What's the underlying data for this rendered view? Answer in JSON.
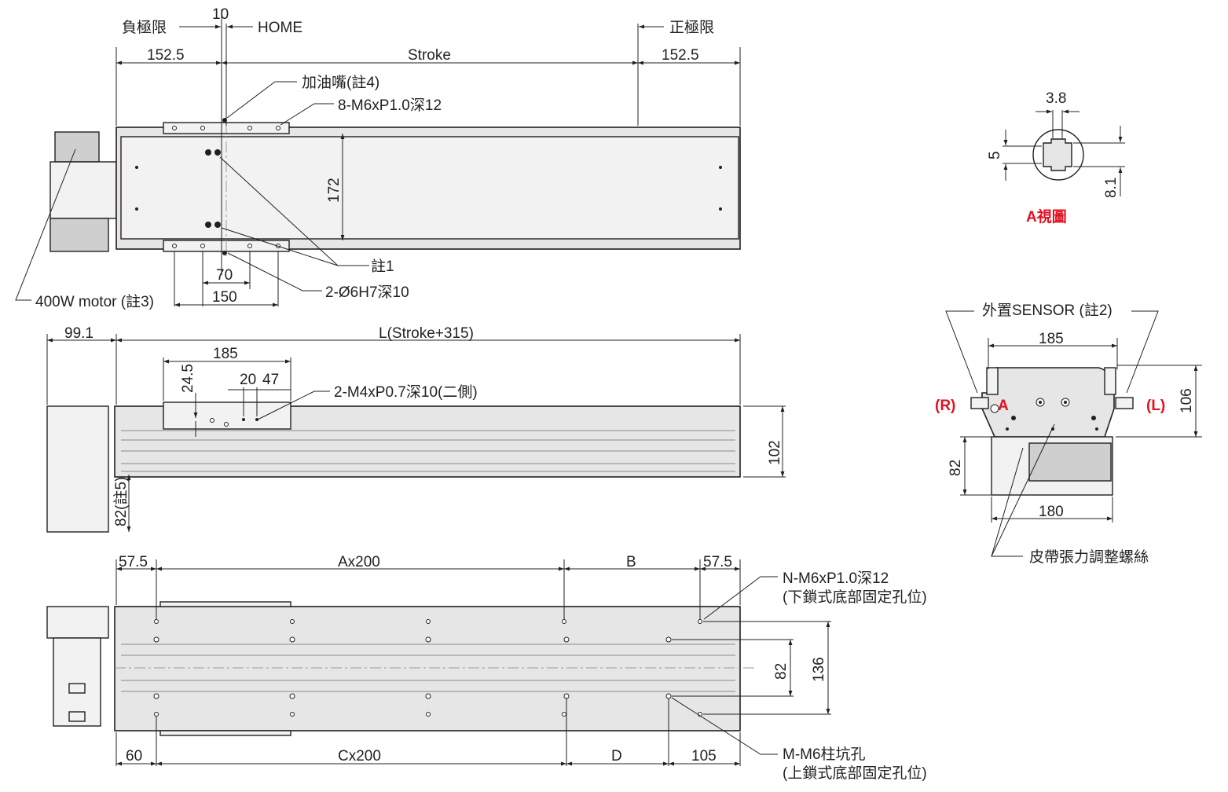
{
  "top_view": {
    "neg_limit": "負極限",
    "home_offset": "10",
    "home": "HOME",
    "pos_limit": "正極限",
    "left_margin": "152.5",
    "stroke": "Stroke",
    "right_margin": "152.5",
    "oil_port": "加油嘴(註4)",
    "top_holes": "8-M6xP1.0深12",
    "width": "172",
    "note1": "註1",
    "pitch_70": "70",
    "dowel": "2-Ø6H7深10",
    "pitch_150": "150",
    "motor": "400W motor (註3)"
  },
  "side_view": {
    "motor_len": "99.1",
    "length": "L(Stroke+315)",
    "carriage_len": "185",
    "height_245": "24.5",
    "hole_20": "20",
    "hole_47": "47",
    "side_holes": "2-M4xP0.7深10(二側)",
    "height": "102",
    "motor_height": "82(註5)"
  },
  "bottom_view": {
    "top_left": "57.5",
    "a_pitch": "Ax200",
    "b": "B",
    "top_right": "57.5",
    "n_holes": "N-M6xP1.0深12",
    "n_holes_note": "(下鎖式底部固定孔位)",
    "inner_width": "82",
    "outer_width": "136",
    "bottom_left": "60",
    "c_pitch": "Cx200",
    "d": "D",
    "bottom_right": "105",
    "m_holes": "M-M6柱坑孔",
    "m_holes_note": "(上鎖式底部固定孔位)"
  },
  "a_view": {
    "top": "3.8",
    "left": "5",
    "right": "8.1",
    "title": "A視圖"
  },
  "end_view": {
    "sensor": "外置SENSOR (註2)",
    "width_top": "185",
    "r_label": "(R)",
    "a_label": "A",
    "l_label": "(L)",
    "height": "106",
    "motor_height": "82",
    "width_bottom": "180",
    "belt": "皮帶張力調整螺絲"
  },
  "colors": {
    "line": "#231f20",
    "body": "#e6e6e6",
    "accent": "#e3101f"
  }
}
